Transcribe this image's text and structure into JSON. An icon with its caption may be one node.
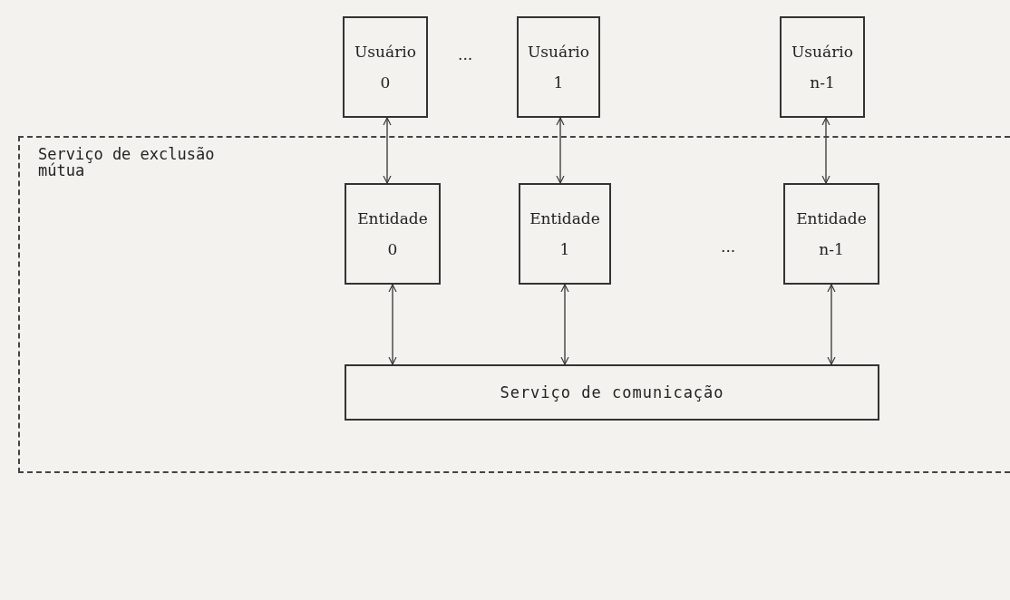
{
  "diagram": {
    "nodes": [
      {
        "text": [
          "Usuário",
          "0"
        ]
      },
      {
        "text": [
          "Usuário",
          "1"
        ]
      },
      {
        "text": [
          "Usuário",
          "n-1"
        ]
      },
      {
        "text": [
          "Serviço de exclusão mútua"
        ]
      },
      {
        "text": [
          "Entidade",
          "0"
        ],
        "in": 3
      },
      {
        "text": [
          "Entidade",
          "1"
        ],
        "in": 3
      },
      {
        "text": [
          "Entidade",
          "n-1"
        ],
        "in": 3
      },
      {
        "text": [
          "Serviço de comunicação"
        ],
        "in": 3
      }
    ],
    "edges": [
      {
        "from": 0,
        "to": 4,
        "arrow": "both"
      },
      {
        "from": 1,
        "to": 5,
        "arrow": "both"
      },
      {
        "from": 2,
        "to": 6,
        "arrow": "both"
      },
      {
        "from": 4,
        "to": 7,
        "arrow": "both"
      },
      {
        "from": 5,
        "to": 7,
        "arrow": "both"
      },
      {
        "from": 6,
        "to": 7,
        "arrow": "both"
      }
    ],
    "labels": [
      "...",
      "..."
    ]
  }
}
